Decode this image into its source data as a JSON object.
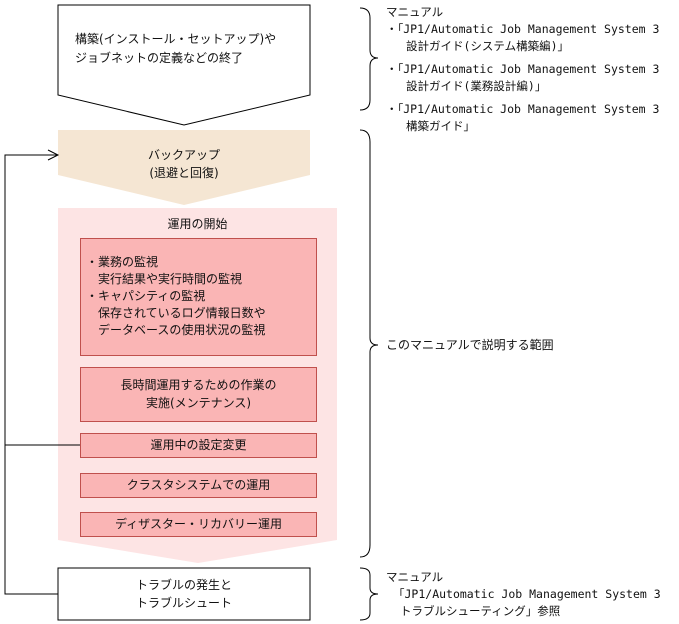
{
  "start_box": {
    "line1": "構築(インストール・セットアップ)や",
    "line2": "ジョブネットの定義などの終了"
  },
  "backup_box": {
    "line1": "バックアップ",
    "line2": "(退避と回復)"
  },
  "operation": {
    "title": "運用の開始",
    "monitor": {
      "item1": "・業務の監視",
      "item1_sub": "実行結果や実行時間の監視",
      "item2": "・キャパシティの監視",
      "item2_sub1": "保存されているログ情報日数や",
      "item2_sub2": "データベースの使用状況の監視"
    },
    "maintenance": {
      "line1": "長時間運用するための作業の",
      "line2": "実施(メンテナンス)"
    },
    "settings_change": "運用中の設定変更",
    "cluster": "クラスタシステムでの運用",
    "disaster": "ディザスター・リカバリー運用"
  },
  "trouble_box": {
    "line1": "トラブルの発生と",
    "line2": "トラブルシュート"
  },
  "right_top": {
    "heading": "マニュアル",
    "ref1_line1": "・「JP1/Automatic Job Management System 3",
    "ref1_line2": "設計ガイド(システム構築編)」",
    "ref2_line1": "・「JP1/Automatic Job Management System 3",
    "ref2_line2": "設計ガイド(業務設計編)」",
    "ref3_line1": "・「JP1/Automatic Job Management System 3",
    "ref3_line2": "構築ガイド」"
  },
  "right_middle": {
    "scope": "このマニュアルで説明する範囲"
  },
  "right_bottom": {
    "heading": "マニュアル",
    "ref_line1": "「JP1/Automatic Job Management System 3",
    "ref_line2": "トラブルシューティング」参照"
  },
  "colors": {
    "backup_fill": "#f5e6d3",
    "operation_fill": "#fde4e4",
    "inner_fill": "#fab5b5",
    "inner_border": "#c0504d",
    "line": "#000000"
  }
}
